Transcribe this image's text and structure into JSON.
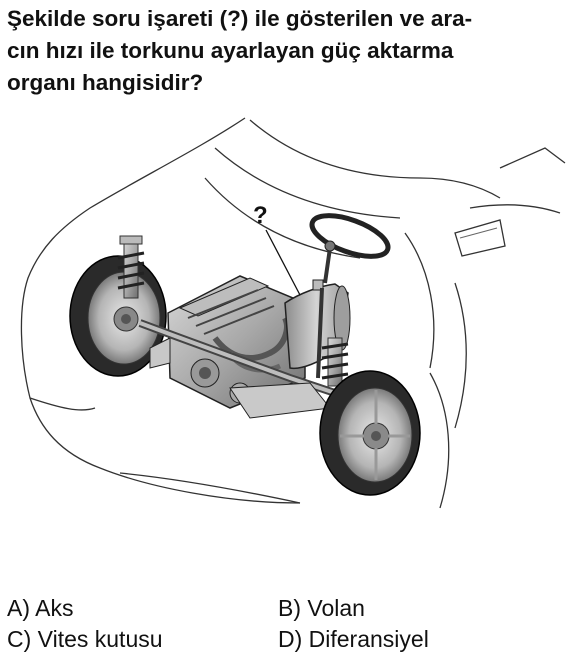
{
  "question": {
    "lines": [
      "Şekilde soru işareti (?) ile gösterilen ve ara-",
      "cın hızı ile torkunu ayarlayan güç aktarma",
      "organı hangisidir?"
    ]
  },
  "figure": {
    "marker_label": "?",
    "subject": "car-drivetrain-illustration"
  },
  "options": [
    {
      "letter": "A",
      "text": "A) Aks"
    },
    {
      "letter": "B",
      "text": "B) Volan"
    },
    {
      "letter": "C",
      "text": "C) Vites kutusu"
    },
    {
      "letter": "D",
      "text": "D) Diferansiyel"
    }
  ]
}
